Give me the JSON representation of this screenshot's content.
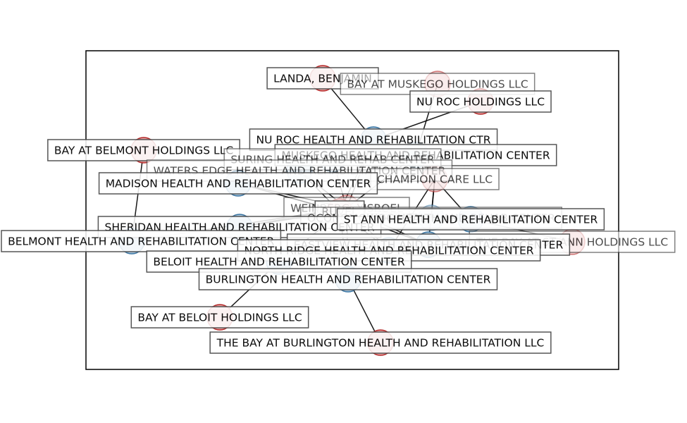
{
  "colors": {
    "person_fill": "#e8a0a0",
    "person_edge": "#b02020",
    "facility_fill": "#a9c8e0",
    "facility_edge": "#2f6d9c",
    "edge_color": "#000000",
    "frame": "#000000"
  },
  "nodes": [
    {
      "id": "landa",
      "label": "LANDA, BENJAMIN",
      "kind": "owner",
      "alpha": 0.95
    },
    {
      "id": "bay_muskego",
      "label": "BAY AT MUSKEGO HOLDINGS LLC",
      "kind": "owner",
      "alpha": 0.55
    },
    {
      "id": "nu_roc_holdings",
      "label": "NU ROC HOLDINGS LLC",
      "kind": "owner",
      "alpha": 0.95
    },
    {
      "id": "belmont_holdings",
      "label": "BAY AT BELMONT HOLDINGS LLC",
      "kind": "owner",
      "alpha": 0.95
    },
    {
      "id": "nu_roc_ctr",
      "label": "NU ROC HEALTH AND REHABILITATION CTR",
      "kind": "facility",
      "alpha": 0.95
    },
    {
      "id": "muskego_center",
      "label": "MUSKEGO HEALTH AND REHABILITATION CENTER",
      "kind": "facility",
      "alpha": 0.95
    },
    {
      "id": "suring",
      "label": "SURING HEALTH AND REHAB CENTER",
      "kind": "facility",
      "alpha": 0.55
    },
    {
      "id": "waters_edge",
      "label": "WATERS EDGE HEALTH AND REHABILITATION CENTER",
      "kind": "facility",
      "alpha": 0.7
    },
    {
      "id": "champion",
      "label": "CHAMPION CARE LLC",
      "kind": "owner",
      "alpha": 0.55
    },
    {
      "id": "madison",
      "label": "MADISON HEALTH AND REHABILITATION CENTER",
      "kind": "facility",
      "alpha": 0.95
    },
    {
      "id": "weinberg",
      "label": "WEINBERG, YISROEL",
      "kind": "owner",
      "alpha": 0.45
    },
    {
      "id": "ruvel",
      "label": "RUVEL",
      "kind": "owner",
      "alpha": 0.95
    },
    {
      "id": "oconomowoc",
      "label": "OCONOMOWOC HEALTH AND REHAB CENTER",
      "kind": "facility",
      "alpha": 0.5
    },
    {
      "id": "sheridan",
      "label": "SHERIDAN HEALTH AND REHABILITATION CENTER",
      "kind": "facility",
      "alpha": 0.95
    },
    {
      "id": "st_ann",
      "label": "ST ANN HEALTH AND REHABILITATION CENTER",
      "kind": "facility",
      "alpha": 0.95
    },
    {
      "id": "bay_st_ann",
      "label": "THE BAY AT ST ANN HOLDINGS LLC",
      "kind": "owner",
      "alpha": 0.55
    },
    {
      "id": "belmont_center",
      "label": "BELMONT HEALTH AND REHABILITATION CENTER",
      "kind": "facility",
      "alpha": 0.95
    },
    {
      "id": "eastview",
      "label": "EASTVIEW HEALTH AND REHABILITATION CENTER",
      "kind": "facility",
      "alpha": 0.95
    },
    {
      "id": "north_ridge",
      "label": "NORTH RIDGE HEALTH AND REHABILITATION CENTER",
      "kind": "facility",
      "alpha": 0.95
    },
    {
      "id": "beloit_center",
      "label": "BELOIT HEALTH AND REHABILITATION CENTER",
      "kind": "facility",
      "alpha": 0.95
    },
    {
      "id": "burlington_center",
      "label": "BURLINGTON HEALTH AND REHABILITATION CENTER",
      "kind": "facility",
      "alpha": 0.95
    },
    {
      "id": "beloit_holdings",
      "label": "BAY AT BELOIT HOLDINGS LLC",
      "kind": "owner",
      "alpha": 0.95
    },
    {
      "id": "bay_burlington",
      "label": "THE BAY AT BURLINGTON HEALTH AND REHABILITATION LLC",
      "kind": "owner",
      "alpha": 0.95
    }
  ],
  "edges": [
    [
      "landa",
      "nu_roc_ctr"
    ],
    [
      "bay_muskego",
      "muskego_center"
    ],
    [
      "nu_roc_holdings",
      "nu_roc_ctr"
    ],
    [
      "belmont_holdings",
      "belmont_center"
    ],
    [
      "champion",
      "st_ann"
    ],
    [
      "champion",
      "eastview"
    ],
    [
      "champion",
      "oconomowoc"
    ],
    [
      "champion",
      "north_ridge"
    ],
    [
      "weinberg",
      "nu_roc_ctr"
    ],
    [
      "weinberg",
      "muskego_center"
    ],
    [
      "weinberg",
      "suring"
    ],
    [
      "weinberg",
      "waters_edge"
    ],
    [
      "weinberg",
      "madison"
    ],
    [
      "weinberg",
      "sheridan"
    ],
    [
      "weinberg",
      "belmont_center"
    ],
    [
      "weinberg",
      "beloit_center"
    ],
    [
      "weinberg",
      "burlington_center"
    ],
    [
      "weinberg",
      "oconomowoc"
    ],
    [
      "weinberg",
      "eastview"
    ],
    [
      "weinberg",
      "north_ridge"
    ],
    [
      "weinberg",
      "st_ann"
    ],
    [
      "ruvel",
      "nu_roc_ctr"
    ],
    [
      "ruvel",
      "madison"
    ],
    [
      "ruvel",
      "waters_edge"
    ],
    [
      "ruvel",
      "sheridan"
    ],
    [
      "ruvel",
      "north_ridge"
    ],
    [
      "ruvel",
      "eastview"
    ],
    [
      "ruvel",
      "oconomowoc"
    ],
    [
      "ruvel",
      "st_ann"
    ],
    [
      "ruvel",
      "burlington_center"
    ],
    [
      "bay_st_ann",
      "st_ann"
    ],
    [
      "beloit_holdings",
      "beloit_center"
    ],
    [
      "bay_burlington",
      "burlington_center"
    ]
  ]
}
